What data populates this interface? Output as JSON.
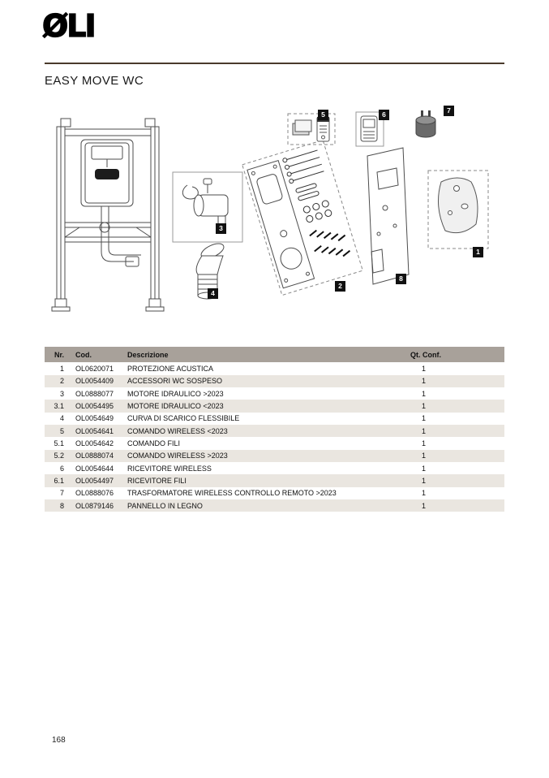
{
  "colors": {
    "rule": "#4a3a2b",
    "table_header_bg": "#a8a19a",
    "table_row_alt_bg": "#eae6e0",
    "callout_bg": "#111111"
  },
  "brand": {
    "logo": "ØLI"
  },
  "page": {
    "title": "EASY MOVE WC",
    "number": "168"
  },
  "diagram": {
    "callouts": [
      {
        "num": "1"
      },
      {
        "num": "2"
      },
      {
        "num": "3"
      },
      {
        "num": "4"
      },
      {
        "num": "5"
      },
      {
        "num": "6"
      },
      {
        "num": "7"
      },
      {
        "num": "8"
      }
    ]
  },
  "table": {
    "headers": [
      "Nr.",
      "Cod.",
      "Descrizione",
      "Qt. Conf."
    ],
    "rows": [
      {
        "nr": "1",
        "cod": "OL0620071",
        "desc": "PROTEZIONE ACUSTICA",
        "qt": "1"
      },
      {
        "nr": "2",
        "cod": "OL0054409",
        "desc": "ACCESSORI WC SOSPESO",
        "qt": "1"
      },
      {
        "nr": "3",
        "cod": "OL0888077",
        "desc": "MOTORE IDRAULICO >2023",
        "qt": "1"
      },
      {
        "nr": "3.1",
        "cod": "OL0054495",
        "desc": "MOTORE IDRAULICO <2023",
        "qt": "1"
      },
      {
        "nr": "4",
        "cod": "OL0054649",
        "desc": "CURVA DI SCARICO FLESSIBILE",
        "qt": "1"
      },
      {
        "nr": "5",
        "cod": "OL0054641",
        "desc": "COMANDO WIRELESS <2023",
        "qt": "1"
      },
      {
        "nr": "5.1",
        "cod": "OL0054642",
        "desc": "COMANDO FILI",
        "qt": "1"
      },
      {
        "nr": "5.2",
        "cod": "OL0888074",
        "desc": "COMANDO WIRELESS >2023",
        "qt": "1"
      },
      {
        "nr": "6",
        "cod": "OL0054644",
        "desc": "RICEVITORE WIRELESS",
        "qt": "1"
      },
      {
        "nr": "6.1",
        "cod": "OL0054497",
        "desc": "RICEVITORE FILI",
        "qt": "1"
      },
      {
        "nr": "7",
        "cod": "OL0888076",
        "desc": "TRASFORMATORE WIRELESS CONTROLLO REMOTO >2023",
        "qt": "1"
      },
      {
        "nr": "8",
        "cod": "OL0879146",
        "desc": "PANNELLO IN LEGNO",
        "qt": "1"
      }
    ]
  }
}
